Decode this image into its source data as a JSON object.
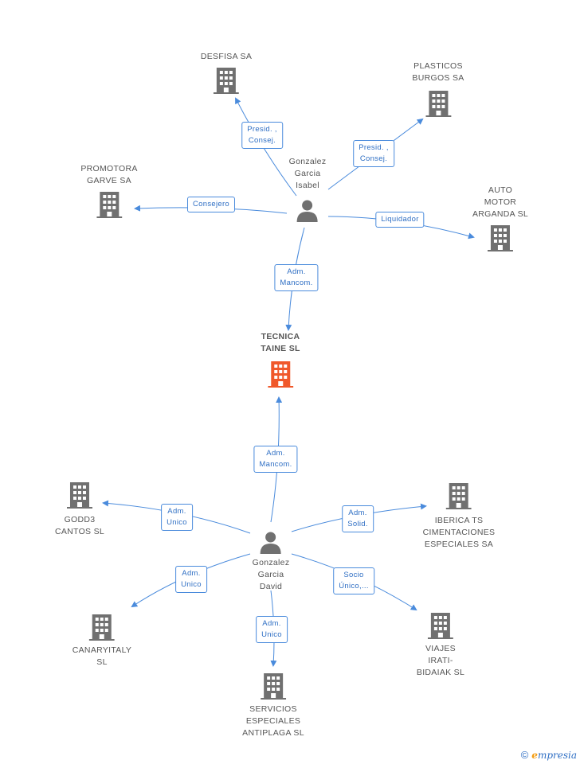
{
  "nodes": {
    "desfisa": {
      "label": "DESFISA SA",
      "kind": "company"
    },
    "plasticos": {
      "label": "PLASTICOS\nBURGOS SA",
      "kind": "company"
    },
    "promotora": {
      "label": "PROMOTORA\nGARVE SA",
      "kind": "company"
    },
    "auto_motor": {
      "label": "AUTO\nMOTOR\nARGANDA SL",
      "kind": "company"
    },
    "isabel": {
      "label": "Gonzalez\nGarcia\nIsabel",
      "kind": "person"
    },
    "tecnica": {
      "label": "TECNICA\nTAINE SL",
      "kind": "company-main"
    },
    "godd3": {
      "label": "GODD3\nCANTOS SL",
      "kind": "company"
    },
    "iberica": {
      "label": "IBERICA TS\nCIMENTACIONES\nESPECIALES SA",
      "kind": "company"
    },
    "david": {
      "label": "Gonzalez\nGarcia\nDavid",
      "kind": "person"
    },
    "canaryitaly": {
      "label": "CANARYITALY\nSL",
      "kind": "company"
    },
    "viajes": {
      "label": "VIAJES\nIRATI-\nBIDAIAK SL",
      "kind": "company"
    },
    "servicios": {
      "label": "SERVICIOS\nESPECIALES\nANTIPLAGA SL",
      "kind": "company"
    }
  },
  "edges": [
    {
      "id": "isabel-desfisa",
      "label": "Presid. ,\nConsej."
    },
    {
      "id": "isabel-plasticos",
      "label": "Presid. ,\nConsej."
    },
    {
      "id": "isabel-promotora",
      "label": "Consejero"
    },
    {
      "id": "isabel-auto",
      "label": "Liquidador"
    },
    {
      "id": "isabel-tecnica",
      "label": "Adm.\nMancom."
    },
    {
      "id": "david-tecnica",
      "label": "Adm.\nMancom."
    },
    {
      "id": "david-godd3",
      "label": "Adm.\nUnico"
    },
    {
      "id": "david-iberica",
      "label": "Adm.\nSolid."
    },
    {
      "id": "david-canary",
      "label": "Adm.\nUnico"
    },
    {
      "id": "david-viajes",
      "label": "Socio\nÚnico,..."
    },
    {
      "id": "david-servicios",
      "label": "Adm.\nUnico"
    }
  ],
  "colors": {
    "edge": "#4a8bdc",
    "company": "#707070",
    "main_company": "#f0582a",
    "person": "#707070"
  },
  "footer": {
    "copyright": "©",
    "brand_first": "e",
    "brand_rest": "mpresia"
  }
}
